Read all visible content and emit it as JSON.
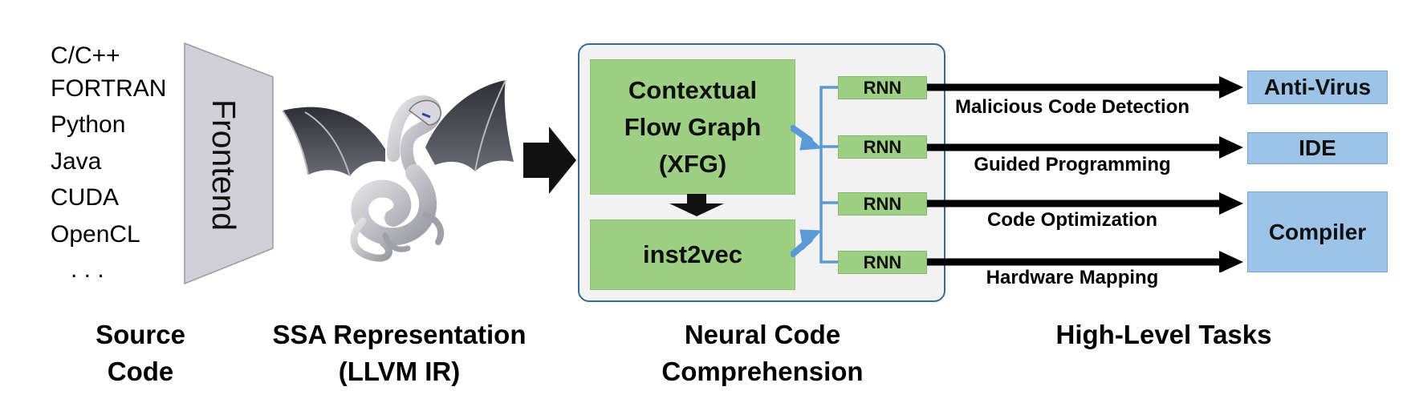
{
  "source_languages": [
    "C/C++",
    "FORTRAN",
    "Python",
    "Java",
    "CUDA",
    "OpenCL",
    ". . ."
  ],
  "frontend_label": "Frontend",
  "captions": {
    "source_code": "Source\nCode",
    "ssa": "SSA Representation\n(LLVM IR)",
    "neural": "Neural Code\nComprehension",
    "tasks": "High-Level Tasks"
  },
  "ncc": {
    "xfg_label": "Contextual\nFlow Graph\n(XFG)",
    "inst2vec_label": "inst2vec",
    "rnn_labels": [
      "RNN",
      "RNN",
      "RNN",
      "RNN"
    ]
  },
  "edges": [
    "Malicious Code Detection",
    "Guided Programming",
    "Code Optimization",
    "Hardware Mapping"
  ],
  "tasks": [
    "Anti-Virus",
    "IDE",
    "Compiler"
  ],
  "colors": {
    "green_box": "#9dcf84",
    "blue_task": "#9dc3e6",
    "ncc_panel_border": "#3b6b93",
    "ncc_panel_fill": "#f2f2f2",
    "connector_blue": "#5b9bd5",
    "frontend_fill": "#d0d0d6"
  },
  "icons": {
    "llvm_logo": "dragon-logo"
  }
}
